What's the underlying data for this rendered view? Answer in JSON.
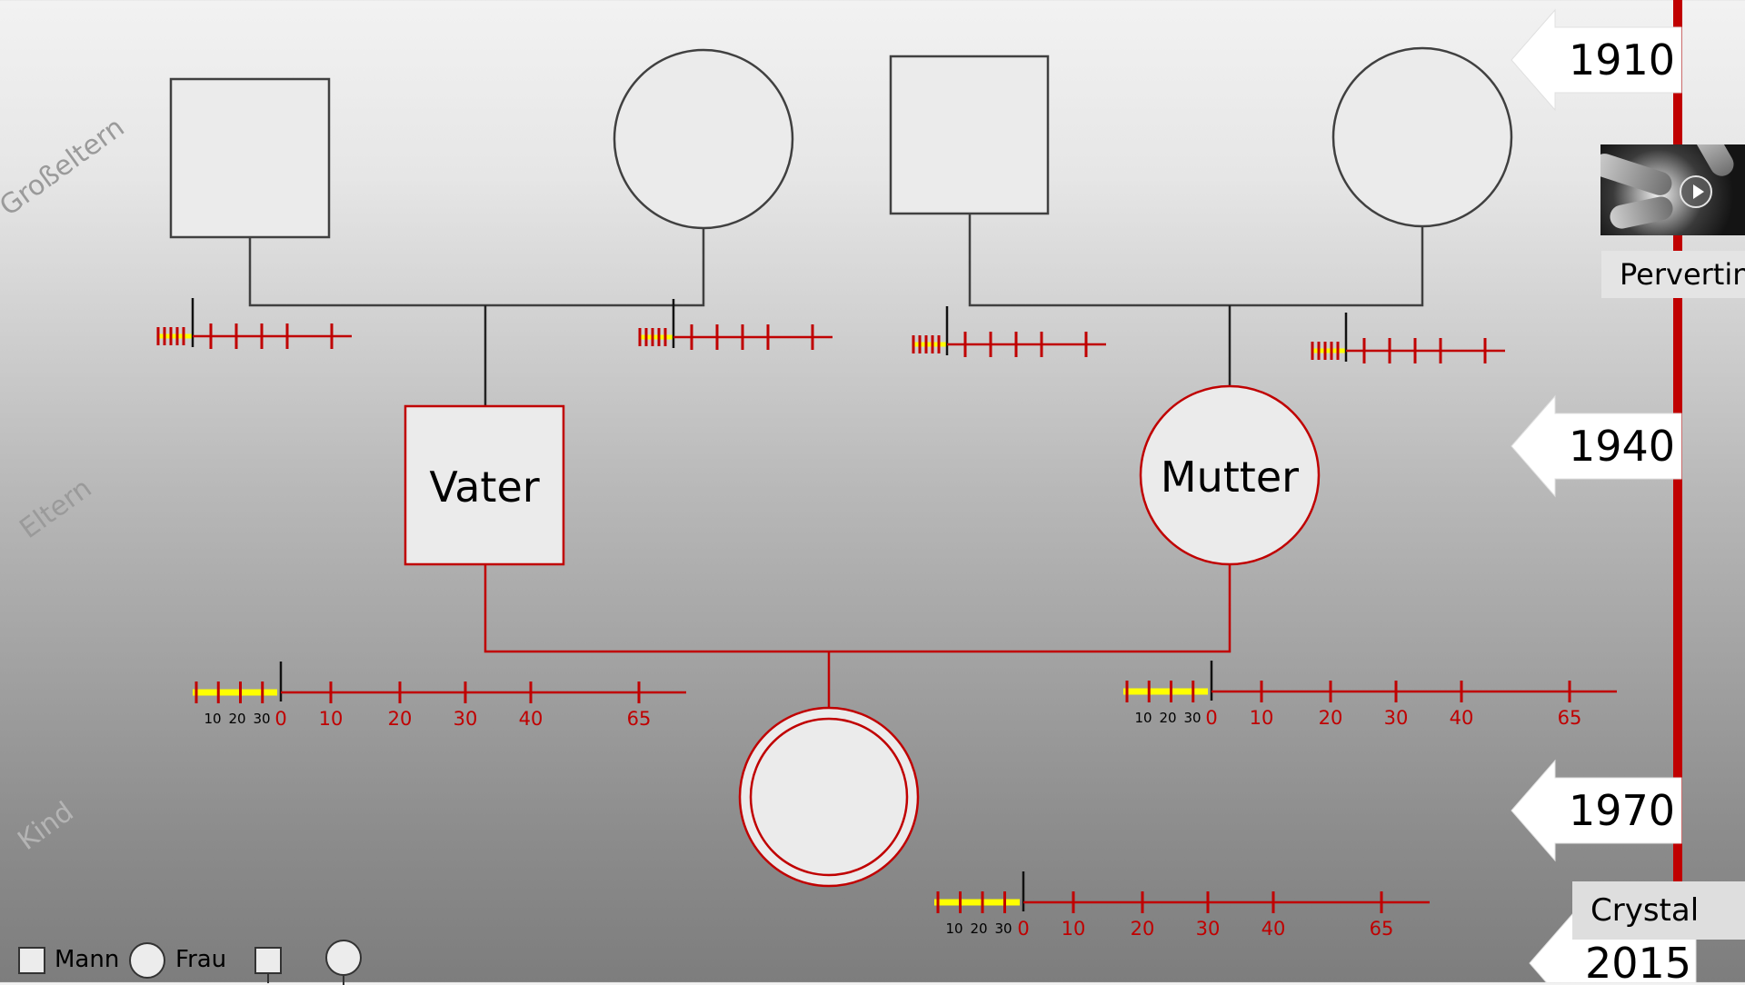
{
  "generations": {
    "grandparents": "Großeltern",
    "parents": "Eltern",
    "child": "Kind"
  },
  "nodes": {
    "father": "Vater",
    "mother": "Mutter"
  },
  "timeline": {
    "years": [
      "1910",
      "1940",
      "1970",
      "2015"
    ]
  },
  "media": {
    "caption": "Pervertin",
    "icon": "play-icon"
  },
  "crystal_label": "Crystal",
  "age_scale": {
    "before_labels": [
      "10",
      "20",
      "30"
    ],
    "after_labels": [
      "0",
      "10",
      "20",
      "30",
      "40",
      "65"
    ]
  },
  "legend": {
    "male": "Mann",
    "female": "Frau"
  },
  "colors": {
    "accent_red": "#c00000",
    "highlight_yellow": "#ffff00",
    "node_outline": "#404040",
    "node_fill": "#ebebeb"
  }
}
